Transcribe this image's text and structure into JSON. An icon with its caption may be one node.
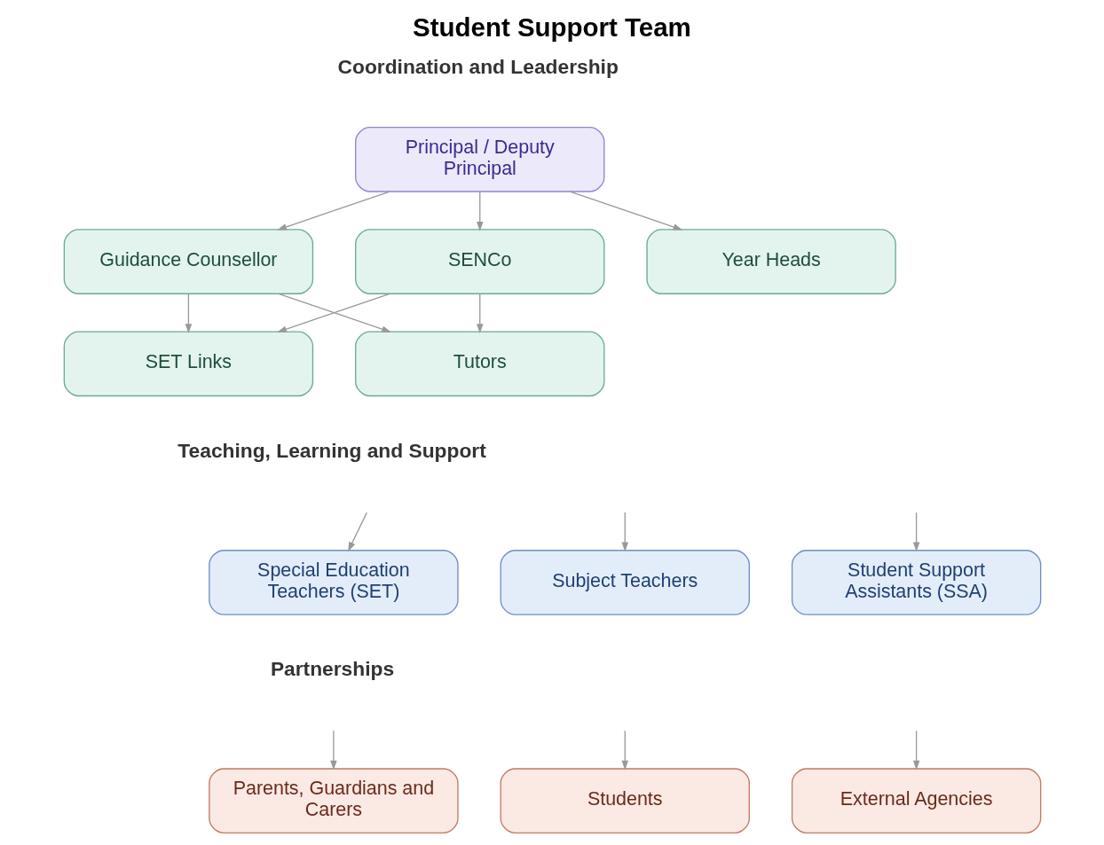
{
  "diagram": {
    "title": "Student Support Team",
    "nodes": [
      {
        "text": [
          "Principal / Deputy Principal"
        ]
      },
      {
        "text": [
          "SENCo"
        ]
      },
      {
        "text": [
          "Year Heads"
        ]
      },
      {
        "text": [
          "Guidance Counsellor"
        ]
      },
      {
        "text": [
          "SET Links"
        ]
      },
      {
        "text": [
          "Tutors"
        ]
      },
      {
        "text": [
          "Subject Teachers"
        ]
      },
      {
        "text": [
          "Special Education Teachers (SET)"
        ]
      },
      {
        "text": [
          "Student Support Assistants (SSA)"
        ]
      },
      {
        "text": [
          "Students"
        ]
      },
      {
        "text": [
          "Parents, Guardians and Carers"
        ]
      },
      {
        "text": [
          "External Agencies"
        ]
      }
    ],
    "edges": [
      {
        "from": 0,
        "to": 1,
        "arrow": "to"
      },
      {
        "from": 0,
        "to": 2,
        "arrow": "to"
      },
      {
        "from": 0,
        "to": 3,
        "arrow": "to"
      },
      {
        "from": 1,
        "to": 4,
        "arrow": "to"
      },
      {
        "from": 1,
        "to": 5,
        "arrow": "to"
      },
      {
        "from": 3,
        "to": 4,
        "arrow": "to"
      },
      {
        "from": 3,
        "to": 5,
        "arrow": "to"
      },
      {
        "from": null,
        "to": 6,
        "arrow": "to"
      },
      {
        "from": null,
        "to": 7,
        "arrow": "to"
      },
      {
        "from": null,
        "to": 8,
        "arrow": "to"
      },
      {
        "from": null,
        "to": 9,
        "arrow": "to"
      },
      {
        "from": null,
        "to": 10,
        "arrow": "to"
      },
      {
        "from": null,
        "to": 11,
        "arrow": "to"
      }
    ],
    "labels": [
      "Coordination and Leadership",
      "Teaching, Learning and Support",
      "Partnerships"
    ]
  }
}
